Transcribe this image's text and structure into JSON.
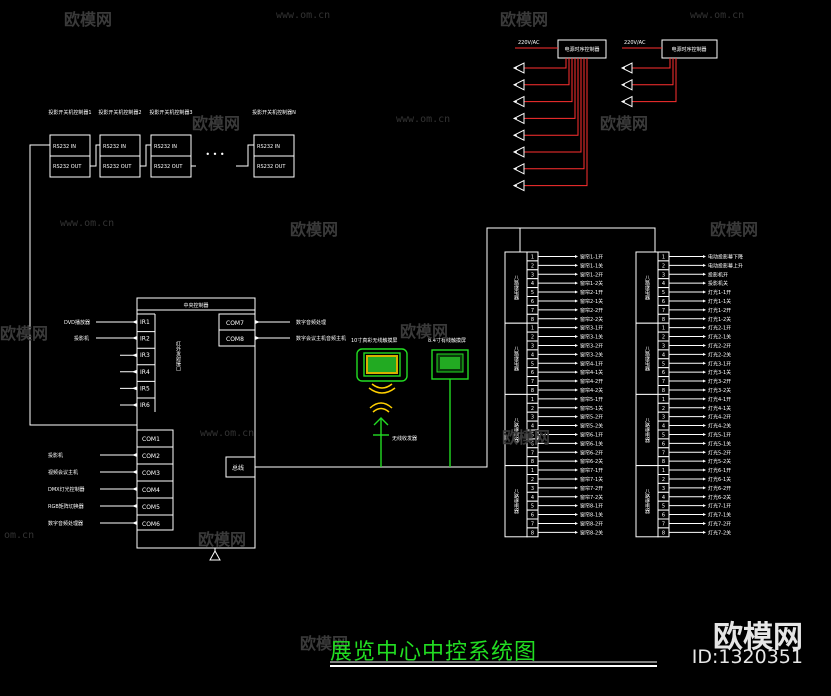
{
  "watermark": {
    "brand": "欧模网",
    "url": "www.om.cn",
    "left_url": "om.cn"
  },
  "top_controllers": {
    "boxes": [
      {
        "title": "投影开关机控制器1",
        "rows": [
          "RS232 IN",
          "RS232 OUT"
        ]
      },
      {
        "title": "投影开关机控制器2",
        "rows": [
          "RS232 IN",
          "RS232 OUT"
        ]
      },
      {
        "title": "投影开关机控制器3",
        "rows": [
          "RS232 IN",
          "RS232 OUT"
        ]
      },
      {
        "title": "投影开关机控制器N",
        "rows": [
          "RS232 IN",
          "RS232 OUT"
        ]
      }
    ],
    "ellipsis": "• • •"
  },
  "power_left": {
    "input_label": "220V/AC",
    "box_label": "电源时序控制器"
  },
  "power_right": {
    "input_label": "220V/AC",
    "box_label": "电源时序控制器"
  },
  "central": {
    "title": "中央控制器",
    "ir_ports": [
      "IR1",
      "IR2",
      "IR3",
      "IR4",
      "IR5",
      "IR6"
    ],
    "ir_side_label": "红外发射接口",
    "com_right": [
      "COM7",
      "COM8"
    ],
    "com_left": [
      "COM1",
      "COM2",
      "COM3",
      "COM4",
      "COM5",
      "COM6"
    ],
    "bus_label": "总线",
    "left_devices_ir": [
      "DVD播放器",
      "投影机"
    ],
    "left_devices_com": [
      "投影机",
      "视频会议主机",
      "DMX灯光控制器",
      "RGB矩阵切换器",
      "数字音频处理器"
    ],
    "right_devices": [
      "数字音频处理",
      "数字会议主机音频主机"
    ]
  },
  "touch_panels": {
    "panel1_label": "10寸真彩无线触摸屏",
    "panel2_label": "8.4寸有线触摸屏",
    "wireless_label": "无线收发器"
  },
  "relay_left": {
    "groups": [
      "八路继电器",
      "八路继电器",
      "八路继电器",
      "八路继电器"
    ],
    "channels": [
      "1",
      "2",
      "3",
      "4",
      "5",
      "6",
      "7",
      "8"
    ],
    "outputs": [
      "窗帘1-1开",
      "窗帘1-1关",
      "窗帘1-2开",
      "窗帘1-2关",
      "窗帘2-1开",
      "窗帘2-1关",
      "窗帘2-2开",
      "窗帘2-2关",
      "窗帘3-1开",
      "窗帘3-1关",
      "窗帘3-2开",
      "窗帘3-2关",
      "窗帘4-1开",
      "窗帘4-1关",
      "窗帘4-2开",
      "窗帘4-2关",
      "窗帘5-1开",
      "窗帘5-1关",
      "窗帘5-2开",
      "窗帘5-2关",
      "窗帘6-1开",
      "窗帘6-1关",
      "窗帘6-2开",
      "窗帘6-2关",
      "窗帘7-1开",
      "窗帘7-1关",
      "窗帘7-2开",
      "窗帘7-2关",
      "窗帘8-1开",
      "窗帘8-1关",
      "窗帘8-2开",
      "窗帘8-2关"
    ]
  },
  "relay_right": {
    "groups": [
      "八路继电器",
      "八路继电器",
      "八路继电器",
      "八路继电器"
    ],
    "channels": [
      "1",
      "2",
      "3",
      "4",
      "5",
      "6",
      "7",
      "8"
    ],
    "outputs": [
      "电动投影幕下降",
      "电动投影幕上升",
      "投影机开",
      "投影机关",
      "灯光1-1开",
      "灯光1-1关",
      "灯光1-2开",
      "灯光1-2关",
      "灯光2-1开",
      "灯光2-1关",
      "灯光2-2开",
      "灯光2-2关",
      "灯光3-1开",
      "灯光3-1关",
      "灯光3-2开",
      "灯光3-2关",
      "灯光4-1开",
      "灯光4-1关",
      "灯光4-2开",
      "灯光4-2关",
      "灯光5-1开",
      "灯光5-1关",
      "灯光5-2开",
      "灯光5-2关",
      "灯光6-1开",
      "灯光6-1关",
      "灯光6-2开",
      "灯光6-2关",
      "灯光7-1开",
      "灯光7-1关",
      "灯光7-2开",
      "灯光7-2关"
    ]
  },
  "diagram_title": "展览中心中控系统图",
  "brand": {
    "name": "欧模网",
    "id": "ID:1320351"
  },
  "colors": {
    "line": "#ffffff",
    "red": "#ff3030",
    "green": "#22dd22",
    "yellow": "#ffd000",
    "title": "#22dd22"
  }
}
